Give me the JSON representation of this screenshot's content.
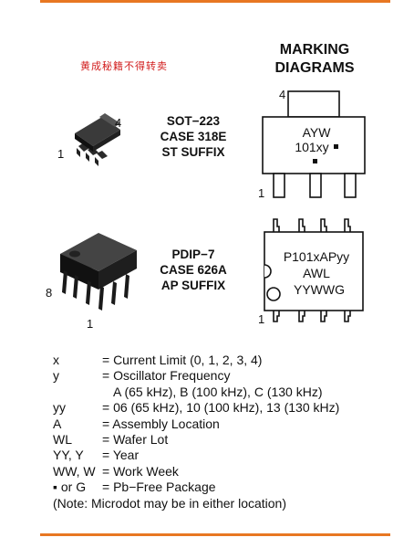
{
  "watermark": "黄成秘籍不得转卖",
  "title": {
    "line1": "MARKING",
    "line2": "DIAGRAMS"
  },
  "packages": [
    {
      "line1": "SOT−223",
      "line2": "CASE 318E",
      "line3": "ST SUFFIX",
      "pin_top": "4",
      "pin_bottom": "1"
    },
    {
      "line1": "PDIP−7",
      "line2": "CASE 626A",
      "line3": "AP SUFFIX",
      "pin_left": "8",
      "pin_bottom": "1"
    }
  ],
  "marking1": {
    "line1": "AYW",
    "line2": "101xy",
    "pin_tab": "4",
    "pin_1": "1"
  },
  "marking2": {
    "line1": "P101xAPyy",
    "line2": "AWL",
    "line3": "YYWWG",
    "pin_1": "1"
  },
  "legend": {
    "rows": [
      {
        "sym": "x",
        "desc": "= Current Limit (0, 1, 2, 3, 4)"
      },
      {
        "sym": "y",
        "desc": "= Oscillator Frequency"
      },
      {
        "sym": "yy",
        "desc": "= 06 (65 kHz), 10 (100 kHz), 13 (130 kHz)"
      },
      {
        "sym": "A",
        "desc": "= Assembly Location"
      },
      {
        "sym": "WL",
        "desc": "= Wafer Lot"
      },
      {
        "sym": "YY, Y",
        "desc": "= Year"
      },
      {
        "sym": "WW, W",
        "desc": "= Work Week"
      },
      {
        "sym": "▪ or G",
        "desc": "= Pb−Free Package"
      }
    ],
    "freq_detail": "A (65 kHz), B (100 kHz), C (130 kHz)",
    "note": "(Note: Microdot may be in either location)"
  },
  "colors": {
    "rule": "#e87722",
    "watermark": "#d21f1f"
  }
}
